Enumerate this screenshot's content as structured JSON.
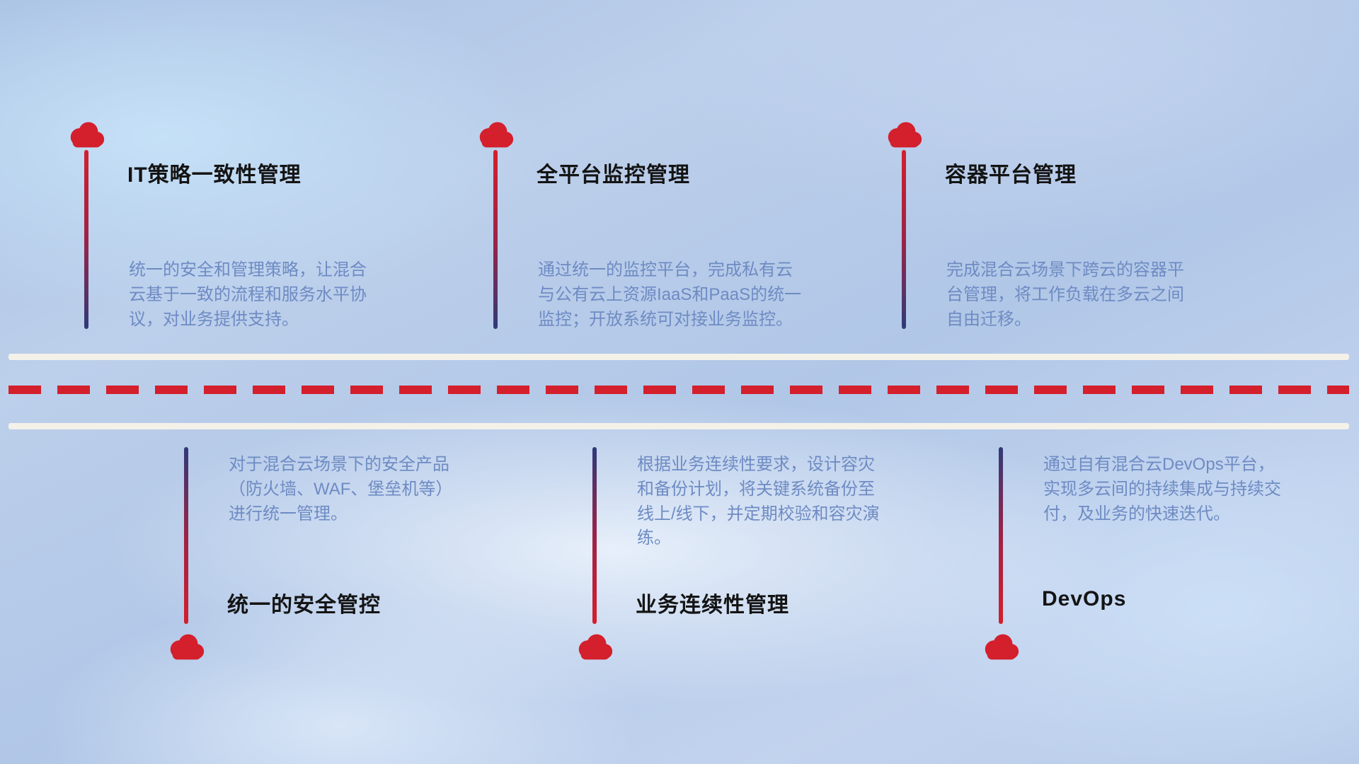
{
  "colors": {
    "accent_red": "#d41f2c",
    "navy": "#2f3a78",
    "title_text": "#141414",
    "description_text": "#6e8bc3",
    "road_line": "#f4f1e9",
    "background_base": "#b7cbe9"
  },
  "items": [
    {
      "id": "it-policy",
      "position": "top",
      "title": "IT策略一致性管理",
      "description": "统一的安全和管理策略，让混合云基于一致的流程和服务水平协议，对业务提供支持。"
    },
    {
      "id": "platform-monitoring",
      "position": "top",
      "title": "全平台监控管理",
      "description": "通过统一的监控平台，完成私有云与公有云上资源IaaS和PaaS的统一监控；开放系统可对接业务监控。"
    },
    {
      "id": "container-platform",
      "position": "top",
      "title": "容器平台管理",
      "description": "完成混合云场景下跨云的容器平台管理，将工作负载在多云之间自由迁移。"
    },
    {
      "id": "unified-security",
      "position": "bottom",
      "title": "统一的安全管控",
      "description": "对于混合云场景下的安全产品（防火墙、WAF、堡垒机等）进行统一管理。"
    },
    {
      "id": "business-continuity",
      "position": "bottom",
      "title": "业务连续性管理",
      "description": "根据业务连续性要求，设计容灾和备份计划，将关键系统备份至线上/线下，并定期校验和容灾演练。"
    },
    {
      "id": "devops",
      "position": "bottom",
      "title": "DevOps",
      "description": "通过自有混合云DevOps平台，实现多云间的持续集成与持续交付，及业务的快速迭代。"
    }
  ]
}
